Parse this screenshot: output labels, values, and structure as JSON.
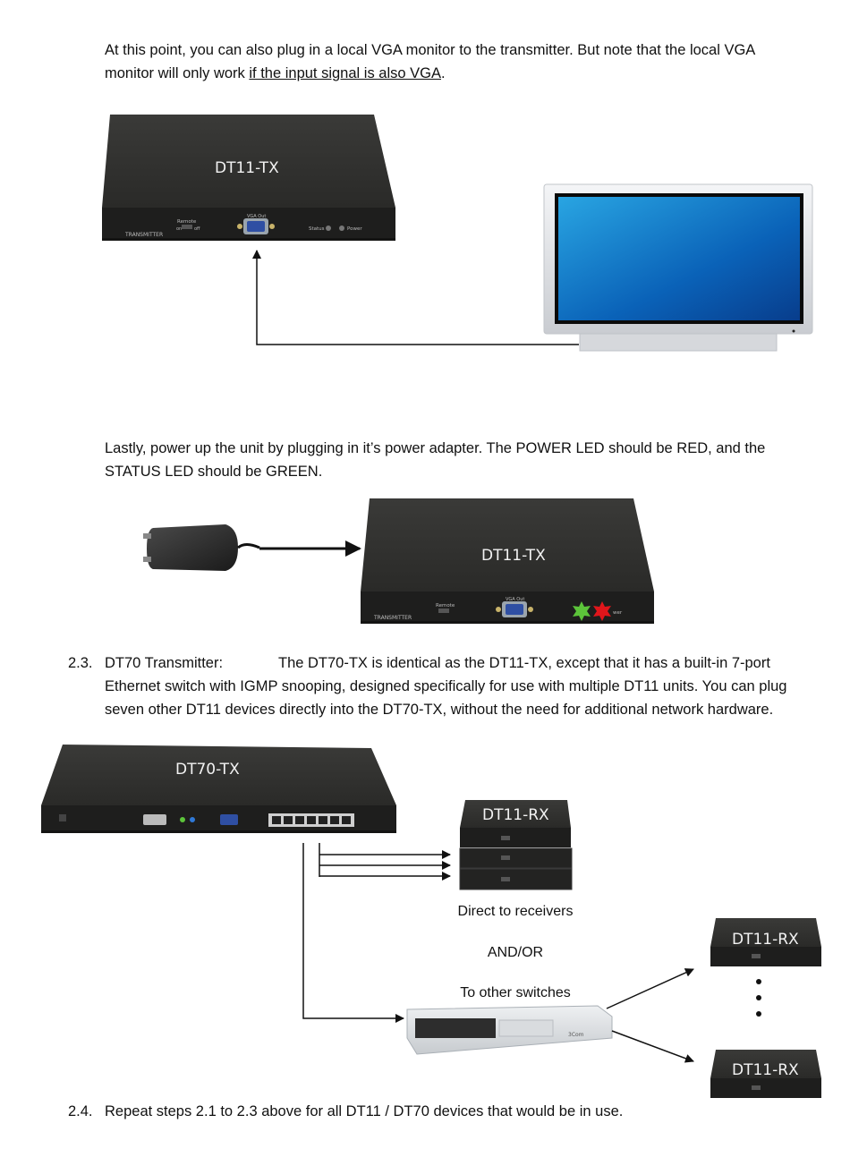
{
  "para1": {
    "line1": "At this point, you can also plug in a local VGA monitor to the transmitter.  But note that the local VGA",
    "line2_pre": "monitor will only work ",
    "line2_under": "if the input signal is also VGA",
    "line2_post": "."
  },
  "fig1": {
    "device_label": "DT11-TX",
    "brand": "TRANSMITTER",
    "port_label": "VGA Out",
    "switch_label": "Remote",
    "switch_on": "on",
    "switch_off": "off",
    "status_label": "Status",
    "power_label": "Power"
  },
  "para2": {
    "line1": "Lastly, power up the unit by plugging in it’s power adapter.  The POWER LED should be RED, and the",
    "line2": "STATUS LED should be GREEN."
  },
  "fig2": {
    "device_label": "DT11-TX",
    "brand": "TRANSMITTER",
    "port_label": "VGA Out",
    "switch_label": "Remote",
    "power_tail": "wer",
    "colors": {
      "status_led": "#5cc43a",
      "power_led": "#e0161b"
    }
  },
  "sec23": {
    "num": "2.3.",
    "title": "DT70 Transmitter:",
    "line1": "The DT70-TX is identical as the DT11-TX, except that it has a built-in 7-port",
    "line2": "Ethernet switch with IGMP snooping, designed specifically for use with multiple DT11 units.  You can plug",
    "line3": "seven other DT11 devices directly into the DT70-TX, without the need for additional network hardware."
  },
  "fig3": {
    "tx_label": "DT70-TX",
    "rx_label": "DT11-RX",
    "rx_label_right_top": "DT11-RX",
    "rx_label_right_bottom": "DT11-RX",
    "direct": "Direct to receivers",
    "andor": "AND/OR",
    "switches": "To other switches",
    "switch_brand": "3Com"
  },
  "sec24": {
    "num": "2.4.",
    "text": "Repeat steps 2.1 to 2.3 above for all DT11 / DT70 devices that would be in use."
  }
}
